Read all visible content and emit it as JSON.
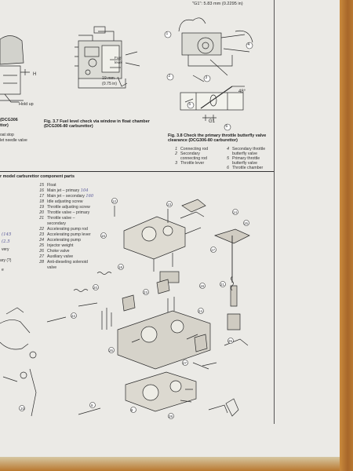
{
  "header": {
    "g1_spec": "\"G1\": 5.83 mm (0.2295 in)"
  },
  "figure_37": {
    "fuel_label_1": "Fuel",
    "fuel_label_2": "level",
    "dim_mm": "19 mm",
    "dim_in": "(0.75 in)",
    "label_h": "H",
    "hold_up": "Hold up",
    "caption": "Fig. 3.7 Fuel level check via window in float chamber (DCG306-80 carburettor)"
  },
  "left_fragment": {
    "line1": "(DCG306",
    "line2": "ttor)",
    "line3": "oat stop",
    "line4": "let needle valve"
  },
  "figure_38": {
    "angle": "48°",
    "g1": "G1",
    "caption": "Fig. 3.8 Check the primary throttle butterfly valve clearance (DCG306-80 carburettor)",
    "legend": [
      {
        "n": "1",
        "text": "Connecting rod"
      },
      {
        "n": "2",
        "text": "Secondary"
      },
      {
        "n": "",
        "text": "connecting rod"
      },
      {
        "n": "3",
        "text": "Throttle lever"
      },
      {
        "n": "4",
        "text": "Secondary throttle"
      },
      {
        "n": "",
        "text": "butterfly valve"
      },
      {
        "n": "5",
        "text": "Primary throttle"
      },
      {
        "n": "",
        "text": "butterfly valve"
      },
      {
        "n": "6",
        "text": "Throttle chamber"
      }
    ],
    "callouts": [
      "1",
      "2",
      "3",
      "4",
      "5",
      "6"
    ]
  },
  "parts_heading": "r model carburettor component parts",
  "parts_list": [
    {
      "n": "15",
      "text": "Float"
    },
    {
      "n": "16",
      "text": "Main jet – primary",
      "note": "104"
    },
    {
      "n": "17",
      "text": "Main jet – secondary",
      "note": "160"
    },
    {
      "n": "18",
      "text": "Idle adjusting screw"
    },
    {
      "n": "19",
      "text": "Throttle adjusting screw"
    },
    {
      "n": "20",
      "text": "Throttle valve – primary"
    },
    {
      "n": "21",
      "text": "Throttle valve –"
    },
    {
      "n": "",
      "text": "secondary"
    },
    {
      "n": "22",
      "text": "Accelerating pump rod"
    },
    {
      "n": "23",
      "text": "Accelerating pump lever"
    },
    {
      "n": "24",
      "text": "Accelerating pump"
    },
    {
      "n": "25",
      "text": "Injector weight"
    },
    {
      "n": "26",
      "text": "Choke valve"
    },
    {
      "n": "27",
      "text": "Auxiliary valve"
    },
    {
      "n": "28",
      "text": "Anti-dieseling solenoid"
    },
    {
      "n": "",
      "text": "valve"
    }
  ],
  "left_margin_notes": [
    "(145",
    "(2.5",
    "very",
    "ary (?)",
    "e"
  ],
  "exploded_callouts": [
    "12",
    "13",
    "14",
    "15",
    "16",
    "17",
    "18",
    "19",
    "20",
    "21",
    "22",
    "23",
    "24",
    "25",
    "26",
    "27",
    "28",
    "8",
    "9",
    "10",
    "11"
  ]
}
